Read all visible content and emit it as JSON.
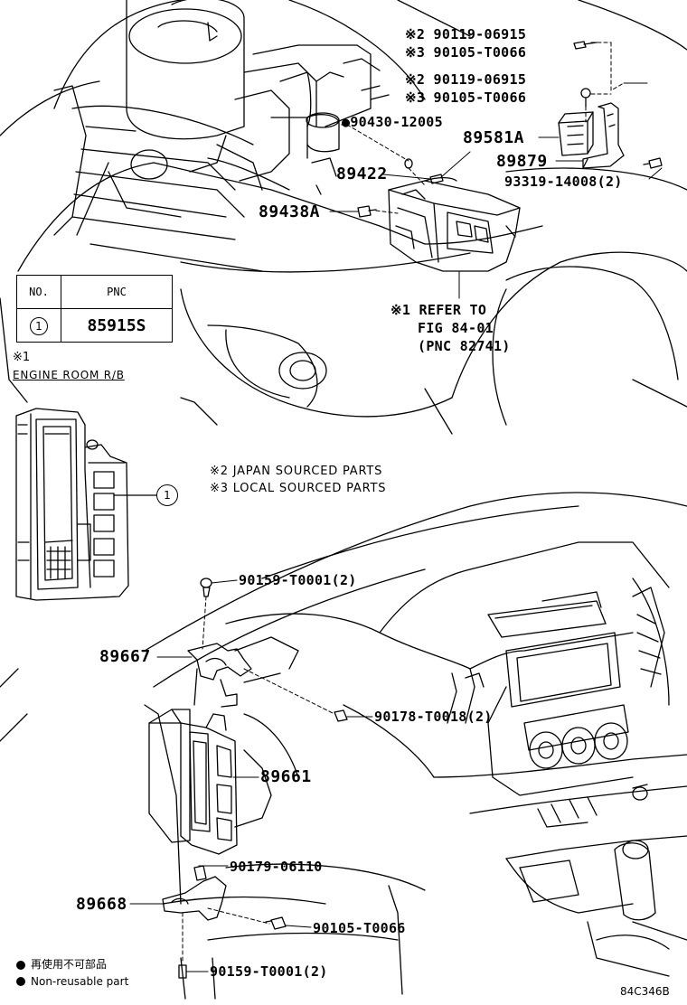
{
  "callouts": {
    "c1a": "※2 90119-06915",
    "c1b": "※3 90105-T0066",
    "c2a": "※2 90119-06915",
    "c2b": "※3 90105-T0066",
    "c3": "●90430-12005",
    "c4": "89581A",
    "c5": "89422",
    "c6": "89879",
    "c7": "93319-14008(2)",
    "c8": "89438A",
    "refer1": "※1 REFER TO",
    "refer2": "FIG 84-01",
    "refer3": "(PNC 82741)",
    "c9": "90159-T0001(2)",
    "c10": "89667",
    "c11": "90178-T0018(2)",
    "c12": "89661",
    "c13": "90179-06110",
    "c14": "89668",
    "c15": "90105-T0066",
    "c16": "90159-T0001(2)"
  },
  "table": {
    "col_no": "NO.",
    "col_pnc": "PNC",
    "row_no": "1",
    "row_pnc": "85915S"
  },
  "engine_room": {
    "mark": "※1",
    "title": "ENGINE ROOM R/B",
    "callout_no": "1"
  },
  "notes": {
    "n2": "※2 JAPAN SOURCED PARTS",
    "n3": "※3 LOCAL SOURCED PARTS"
  },
  "legend": {
    "jp": "再使用不可部品",
    "en": "Non-reusable part"
  },
  "figure_code": "84C346B"
}
